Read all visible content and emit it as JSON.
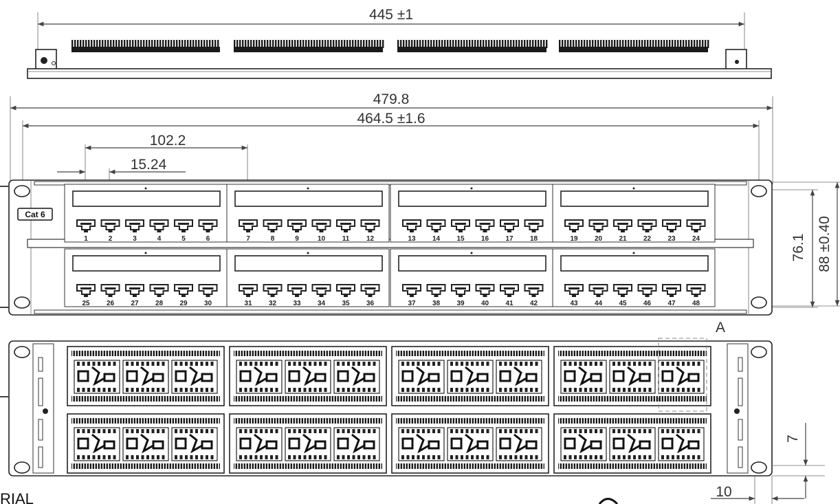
{
  "dimensions": {
    "top_width": "445 ±1",
    "overall_width": "479.8",
    "mounting_width": "464.5 ±1.6",
    "block_pitch": "102.2",
    "port_pitch": "15.24",
    "hole_spacing": "76.1",
    "panel_height": "88 ±0.40",
    "rear_offset_vertical": "7",
    "rear_offset_horizontal": "10"
  },
  "labels": {
    "category_badge": "Cat 6",
    "detail_marker": "A",
    "material_fragment": "RIAL"
  },
  "ports": {
    "top_row": [
      "1",
      "2",
      "3",
      "4",
      "5",
      "6",
      "7",
      "8",
      "9",
      "10",
      "11",
      "12",
      "13",
      "14",
      "15",
      "16",
      "17",
      "18",
      "19",
      "20",
      "21",
      "22",
      "23",
      "24"
    ],
    "bottom_row": [
      "25",
      "26",
      "27",
      "28",
      "29",
      "30",
      "31",
      "32",
      "33",
      "34",
      "35",
      "36",
      "37",
      "38",
      "39",
      "40",
      "41",
      "42",
      "43",
      "44",
      "45",
      "46",
      "47",
      "48"
    ]
  }
}
